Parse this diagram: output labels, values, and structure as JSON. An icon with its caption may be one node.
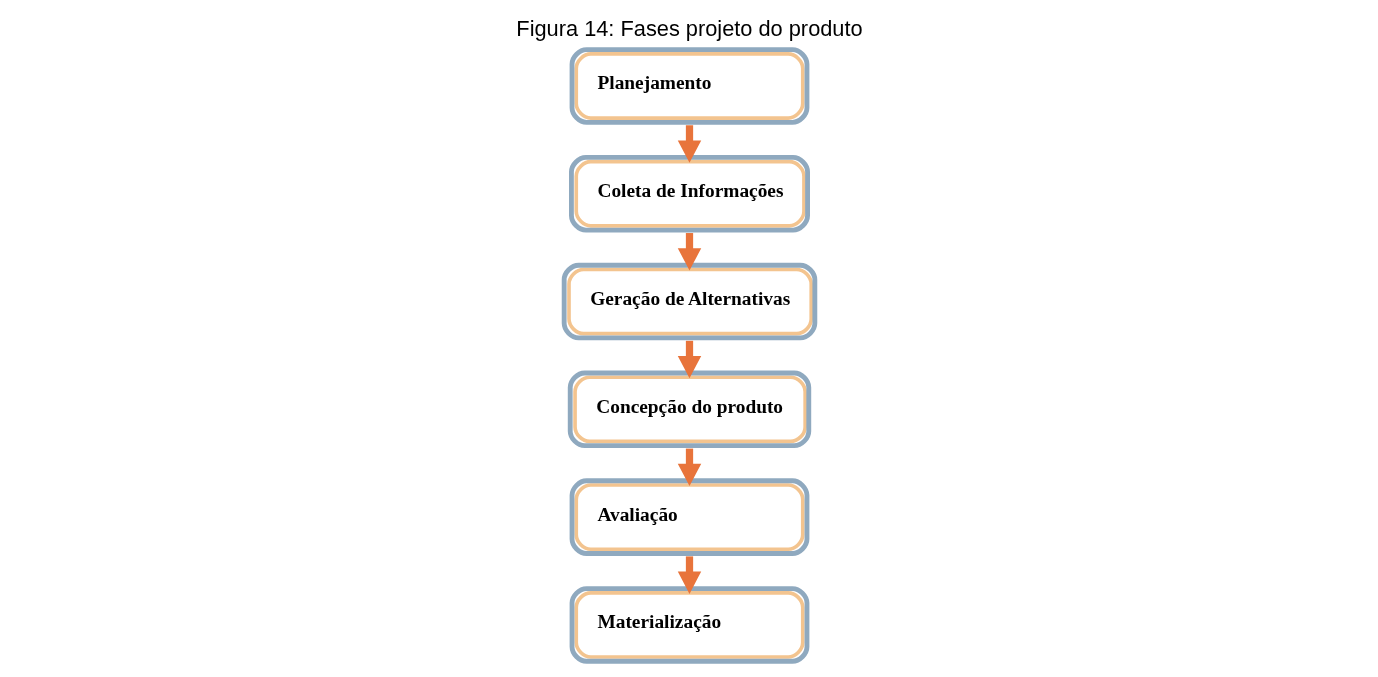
{
  "diagram": {
    "title": "Figura 14: Fases projeto do produto",
    "nodes": [
      {
        "text": [
          "Planejamento"
        ]
      },
      {
        "text": [
          "Coleta de Informações"
        ]
      },
      {
        "text": [
          "Geração de Alternativas"
        ]
      },
      {
        "text": [
          "Concepção do produto"
        ]
      },
      {
        "text": [
          "Avaliação"
        ]
      },
      {
        "text": [
          "Materialização"
        ]
      }
    ],
    "edges": [
      {
        "from": 0,
        "to": 1,
        "arrow": "to"
      },
      {
        "from": 1,
        "to": 2,
        "arrow": "to"
      },
      {
        "from": 2,
        "to": 3,
        "arrow": "to"
      },
      {
        "from": 3,
        "to": 4,
        "arrow": "to"
      },
      {
        "from": 4,
        "to": 5,
        "arrow": "to"
      }
    ]
  }
}
